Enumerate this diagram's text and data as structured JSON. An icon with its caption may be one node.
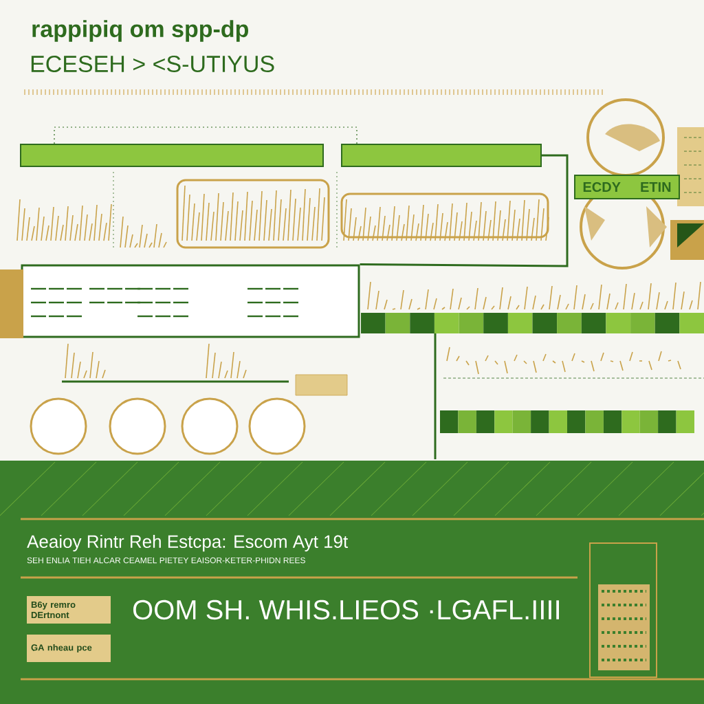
{
  "diagram": {
    "title": "rappipiq om spp-dp",
    "nodes": [
      {
        "text": [],
        "shape": "bar"
      },
      {
        "text": [],
        "shape": "bar"
      },
      {
        "text": [
          "ECDY",
          "ETIN"
        ]
      },
      {
        "text": [],
        "shape": "box"
      },
      {
        "text": [],
        "shape": "circle"
      },
      {
        "text": [],
        "shape": "circle"
      },
      {
        "text": [],
        "shape": "circle"
      },
      {
        "text": [],
        "shape": "circle"
      },
      {
        "text": [
          "B6y remro DErtnont"
        ]
      },
      {
        "text": [
          "GA nheau pce"
        ]
      }
    ],
    "edges": [
      {
        "from": 0,
        "to": 1,
        "arrow": "none",
        "style": "dashed"
      },
      {
        "from": 1,
        "to": 3,
        "arrow": "none",
        "style": "thick"
      }
    ],
    "labels": [
      "ECESEH > <S-UTIYUS",
      "Aeaioy Rintr Reh Estcpa: Escom Ayt 19t",
      "SEH ENLIA TIEH ALCAR CEAMEL PIETEY EAISOR-KETER-PHIDN REES",
      "OOM SH. WHIS.LIEOS ·LGAFL.IIII"
    ]
  }
}
